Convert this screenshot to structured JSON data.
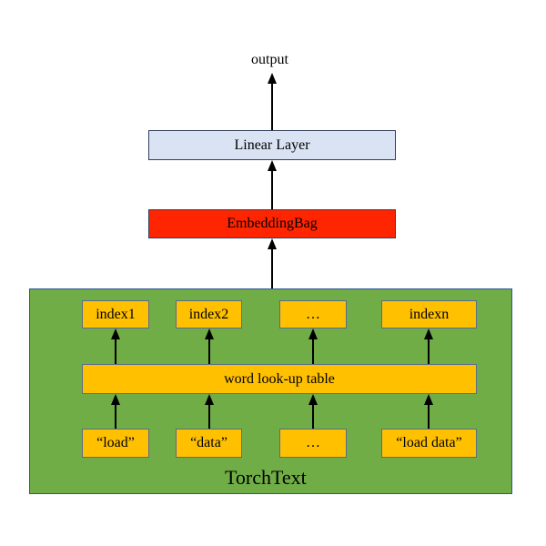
{
  "output_label": "output",
  "linear_layer": {
    "label": "Linear Layer",
    "color": "#dae3f3"
  },
  "embedding_bag": {
    "label": "EmbeddingBag",
    "color": "#ff0000"
  },
  "torchtext": {
    "label": "TorchText",
    "color": "#70ad47",
    "indices": [
      "index1",
      "index2",
      "…",
      "indexn"
    ],
    "lookup_table": "word look-up table",
    "inputs": [
      "“load”",
      "“data”",
      "…",
      "“load data”"
    ],
    "box_color": "#ffc000"
  }
}
